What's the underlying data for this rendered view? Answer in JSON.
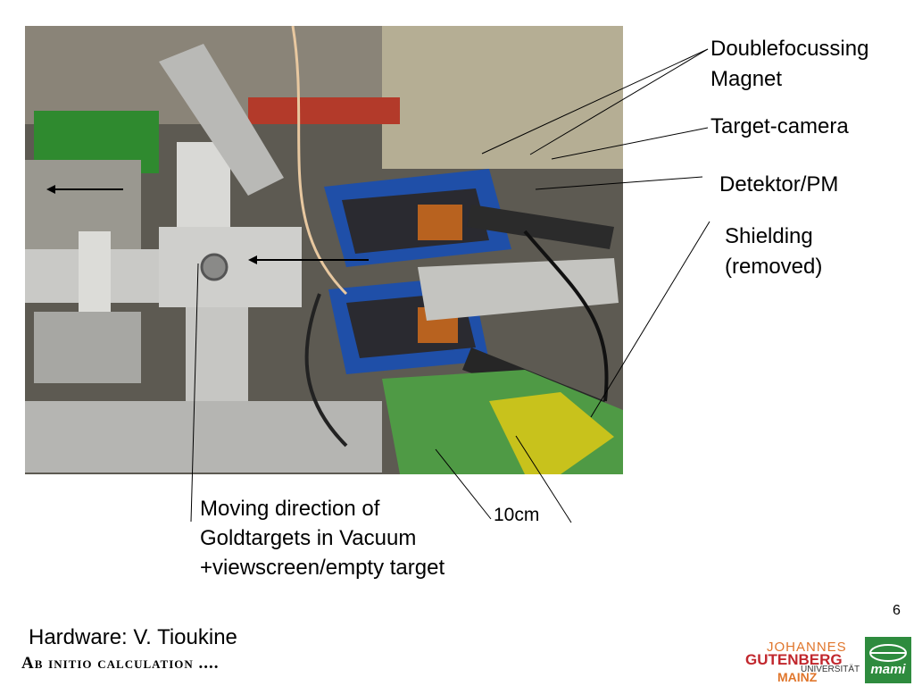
{
  "labels": {
    "magnet_line1": "Doublefocussing",
    "magnet_line2": "Magnet",
    "camera": "Target-camera",
    "detector": "Detektor/PM",
    "shield_line1": "Shielding",
    "shield_line2": "(removed)",
    "moving_line1": "Moving direction of",
    "moving_line2": "Goldtargets in  Vacuum",
    "moving_line3": "+viewscreen/empty target",
    "scale": "10cm"
  },
  "footer": {
    "hardware": "Hardware: V. Tioukine",
    "subtitle": "Ab initio calculation ....",
    "page_number": "6"
  },
  "logos": {
    "jgu_line1": "JOHANNES",
    "jgu_line2": "GUTENBERG",
    "jgu_line3": "UNIVERSITÄT",
    "jgu_line4": "MAINZ",
    "mami": "mami"
  },
  "colors": {
    "jgu_orange": "#e0762c",
    "jgu_red": "#c1272d",
    "mami_green": "#2e8b3e",
    "magnet_blue": "#1f4fa8"
  }
}
